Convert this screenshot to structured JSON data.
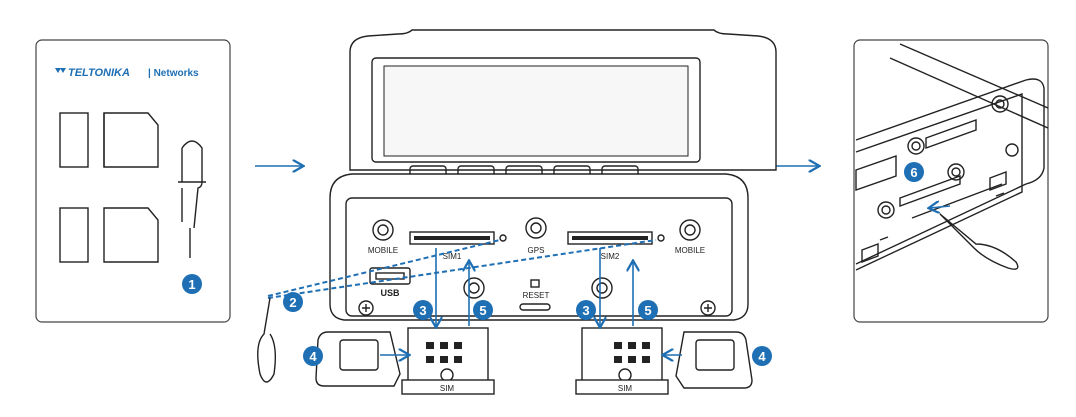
{
  "brand": {
    "name": "TELTONIKA",
    "suffix": "| Networks"
  },
  "labels": {
    "mobile_left": "MOBILE",
    "mobile_right": "MOBILE",
    "sim1": "SIM1",
    "sim2": "SIM2",
    "gps": "GPS",
    "usb": "USB",
    "reset": "RESET",
    "sim_tray_left": "SIM",
    "sim_tray_right": "SIM"
  },
  "steps": [
    "1",
    "2",
    "3",
    "3",
    "4",
    "4",
    "5",
    "5",
    "6"
  ],
  "colors": {
    "accent": "#1e6fb4",
    "line": "#222222"
  }
}
